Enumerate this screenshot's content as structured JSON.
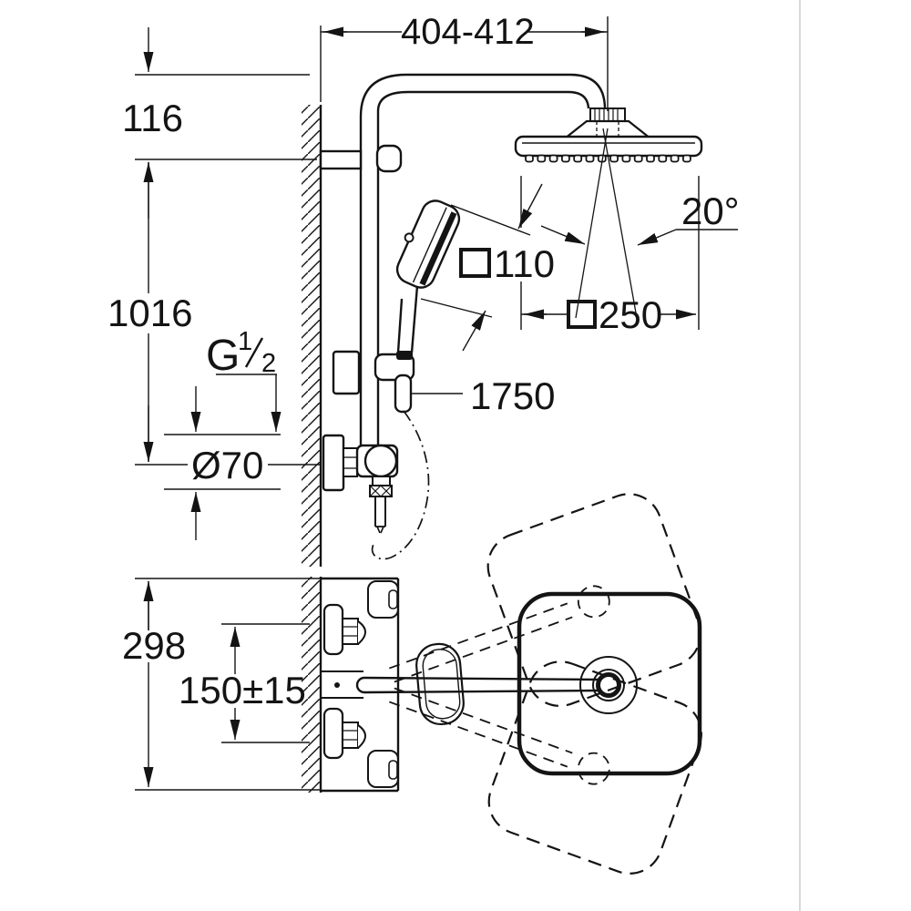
{
  "page": {
    "background": "#ffffff",
    "divider_color": "#cfcfcf",
    "line_color": "#141414"
  },
  "drawing": {
    "type": "technical-dimension-drawing",
    "subject": "wall-mounted shower system with head shower, hand shower and exposed thermostat",
    "views": {
      "front": "elevation with wall section",
      "plan": "head swivel top view"
    },
    "dimensions": {
      "arm_reach": "404-412",
      "head_top_offset": "116",
      "riser_height": "1016",
      "thread": {
        "prefix": "G",
        "numerator": "1",
        "denominator": "2"
      },
      "escutcheon_diameter": "Ø70",
      "hose_length": "1750",
      "hand_shower_face": {
        "symbol": "square",
        "value": "110"
      },
      "head_face": {
        "symbol": "square",
        "value": "250"
      },
      "spray_angle": "20°",
      "valve_trim_height": "298",
      "inlet_spacing": "150±15"
    }
  }
}
